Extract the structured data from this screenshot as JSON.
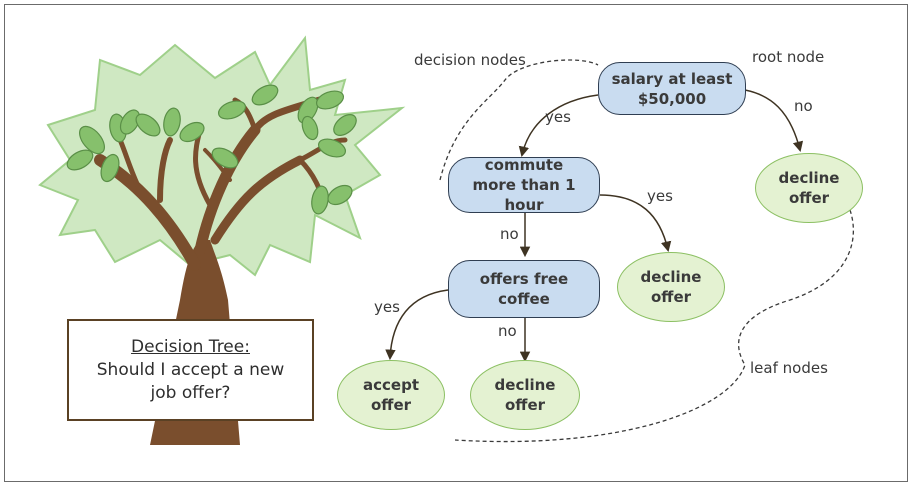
{
  "title_box": {
    "heading": "Decision Tree:",
    "question": "Should I accept a new job offer?"
  },
  "annotations": {
    "decision_nodes": "decision nodes",
    "root_node": "root node",
    "leaf_nodes": "leaf nodes"
  },
  "nodes": {
    "root": "salary at least $50,000",
    "commute": "commute more than 1 hour",
    "coffee": "offers free coffee",
    "leaf_decline_1": "decline offer",
    "leaf_decline_2": "decline offer",
    "leaf_accept": "accept offer",
    "leaf_decline_3": "decline offer"
  },
  "edges": {
    "root_yes": "yes",
    "root_no": "no",
    "commute_yes": "yes",
    "commute_no": "no",
    "coffee_yes": "yes",
    "coffee_no": "no"
  },
  "colors": {
    "decision_fill": "#c9dcf0",
    "leaf_fill": "#e4f2d2",
    "leaf_border": "#8cc063",
    "trunk": "#7a4e2d",
    "foliage": "#cfe8c2",
    "leaf_green": "#86c06c"
  }
}
